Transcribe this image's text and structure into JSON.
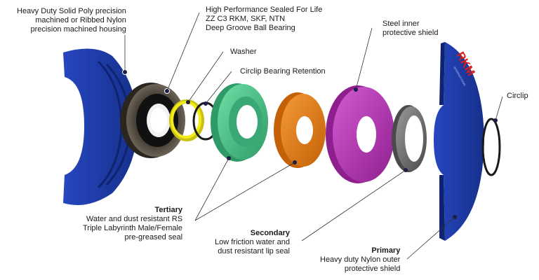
{
  "labels": {
    "housing": [
      "Heavy Duty Solid Poly precision",
      "machined or Ribbed Nylon",
      "precision machined housing"
    ],
    "bearing": [
      "High Performance Sealed For Life",
      "ZZ C3 RKM, SKF, NTN",
      "Deep Groove Ball Bearing"
    ],
    "washer": [
      "Washer"
    ],
    "circlip_retention": [
      "Circlip Bearing Retention"
    ],
    "steel_shield": [
      "Steel inner",
      "protective shield"
    ],
    "circlip": [
      "Circlip"
    ],
    "tertiary": {
      "title": "Tertiary",
      "lines": [
        "Water and dust resistant RS",
        "Triple Labyrinth Male/Female",
        "pre-greased seal"
      ]
    },
    "secondary": {
      "title": "Secondary",
      "lines": [
        "Low friction water and",
        "dust resistant lip seal"
      ]
    },
    "primary": {
      "title": "Primary",
      "lines": [
        "Heavy duty Nylon outer",
        "protective shield"
      ]
    }
  },
  "brand": {
    "logo_text": "RKM",
    "sub_text": "INTERNATIONAL"
  },
  "colors": {
    "housing_blue": "#1f3da8",
    "seal_green": "#4fc28a",
    "seal_orange": "#e07a14",
    "seal_magenta": "#b436b4",
    "washer_yellow": "#f2ea1a",
    "steel_grey": "#6e6e6e",
    "logo_red": "#d81c1c"
  }
}
